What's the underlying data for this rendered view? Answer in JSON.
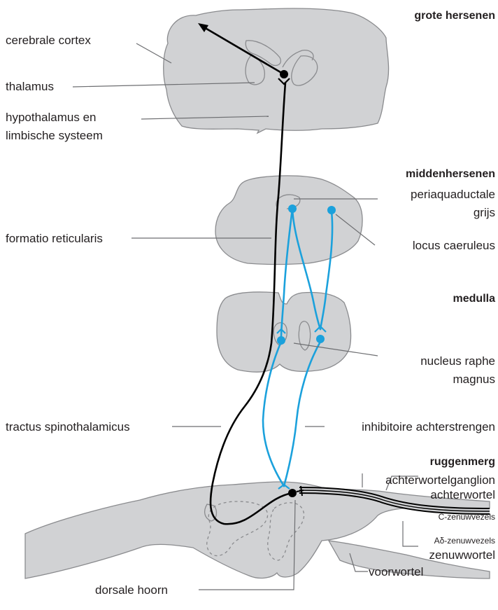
{
  "colors": {
    "tissue_fill": "#d1d2d4",
    "tissue_outline": "#8a8b8e",
    "pain_pathway": "#000000",
    "inhibitory_pathway": "#1ba1dc",
    "label_text": "#231f20"
  },
  "sections": {
    "brain": "grote hersenen",
    "midbrain": "middenhersenen",
    "medulla": "medulla",
    "spinal_cord": "ruggenmerg"
  },
  "labels": {
    "cortex": "cerebrale cortex",
    "thalamus": "thalamus",
    "hypothalamus_line1": "hypothalamus en",
    "hypothalamus_line2": "limbische systeem",
    "pag_line1": "periaquaductale",
    "pag_line2": "grijs",
    "reticular": "formatio reticularis",
    "locus": "locus caeruleus",
    "raphe_line1": "nucleus raphe",
    "raphe_line2": "magnus",
    "spinothalamic": "tractus spinothalamicus",
    "inhibitory": "inhibitoire achterstrengen",
    "dorsal_root_ganglion": "achterwortelganglion",
    "dorsal_root": "achterwortel",
    "c_fibers": "C-zenuwvezels",
    "adelta_fibers": "Aδ-zenuwvezels",
    "nerve_root": "zenuwwortel",
    "ventral_root": "voorwortel",
    "dorsal_horn": "dorsale hoorn"
  }
}
